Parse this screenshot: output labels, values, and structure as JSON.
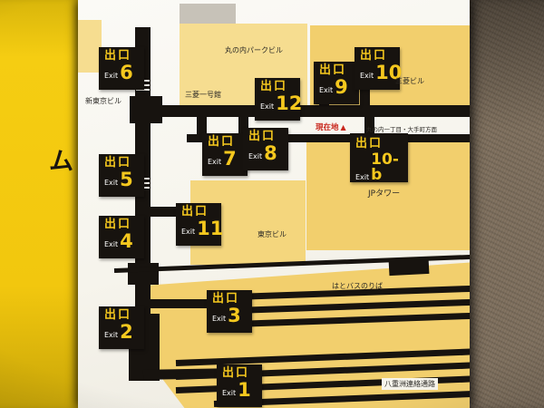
{
  "sign": {
    "side_text": "ム",
    "current_location": "現在地",
    "current_marker": "▲",
    "direction": "丸の内一丁目・大手町方面"
  },
  "map": {
    "exits": [
      {
        "jp": "出口",
        "en": "Exit",
        "num": "6"
      },
      {
        "jp": "出口",
        "en": "Exit",
        "num": "12"
      },
      {
        "jp": "出口",
        "en": "Exit",
        "num": "9"
      },
      {
        "jp": "出口",
        "en": "Exit",
        "num": "10"
      },
      {
        "jp": "出口",
        "en": "Exit",
        "num": "7"
      },
      {
        "jp": "出口",
        "en": "Exit",
        "num": "8"
      },
      {
        "jp": "出口",
        "en": "Exit",
        "num": "10-b"
      },
      {
        "jp": "出口",
        "en": "Exit",
        "num": "5"
      },
      {
        "jp": "出口",
        "en": "Exit",
        "num": "11"
      },
      {
        "jp": "出口",
        "en": "Exit",
        "num": "4"
      },
      {
        "jp": "出口",
        "en": "Exit",
        "num": "3"
      },
      {
        "jp": "出口",
        "en": "Exit",
        "num": "2"
      },
      {
        "jp": "出口",
        "en": "Exit",
        "num": "1"
      }
    ],
    "labels": {
      "marunouchi_park_bldg": "丸の内パークビル",
      "mitsubishi_ichigokan": "三菱一号館",
      "shin_tokyo_bldg": "新東京ビル",
      "mitsubishi_bldg": "三菱ビル",
      "jp_tower": "JPタワー",
      "tokyo_bldg": "東京ビル",
      "hato_bus": "はとバスのりば",
      "yaesu_passage": "八重洲連絡通路"
    },
    "colors": {
      "accent_yellow": "#f2c70e",
      "badge_black": "#17130f",
      "badge_text_yellow": "#f5c81e",
      "building_yellow": "#f2cf6d",
      "marker_red": "#c9281e",
      "panel_white": "#faf8f2",
      "wall_brown": "#7d6e5c"
    }
  }
}
